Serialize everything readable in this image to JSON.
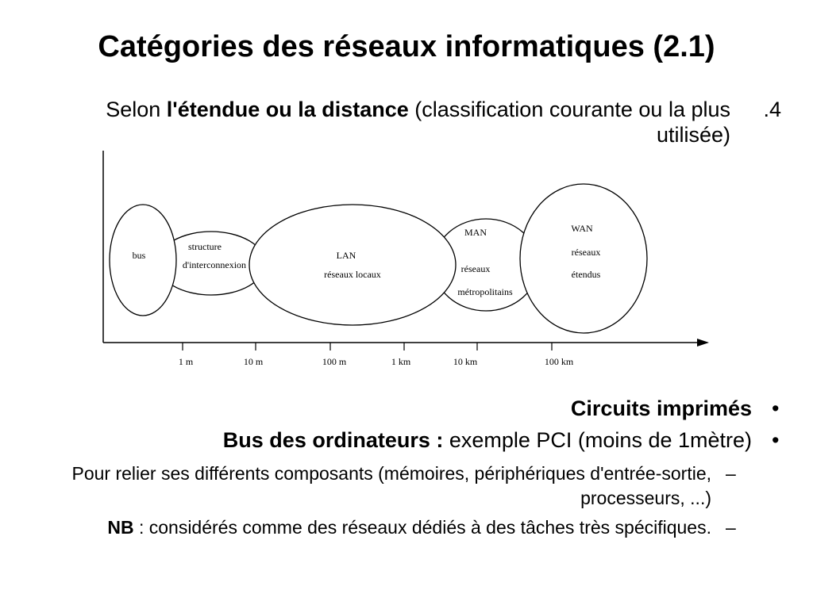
{
  "slide": {
    "title": "Catégories des réseaux informatiques (2.1)",
    "subtitle": {
      "prefix": "Selon ",
      "bold": "l'étendue ou la distance",
      "suffix": " (classification courante ou la plus utilisée)",
      "number": ".4"
    }
  },
  "diagram": {
    "ticks": [
      "1 m",
      "10 m",
      "100 m",
      "1 km",
      "10 km",
      "100 km"
    ],
    "shapes": {
      "bus": [
        "bus"
      ],
      "structure": [
        "structure",
        "d'interconnexion"
      ],
      "lan": [
        "LAN",
        "réseaux locaux"
      ],
      "man": [
        "MAN",
        "réseaux",
        "métropolitains"
      ],
      "wan": [
        "WAN",
        "réseaux",
        "étendus"
      ]
    }
  },
  "bullets": {
    "b1": {
      "bold": "Circuits imprimés",
      "marker": "•"
    },
    "b2": {
      "bold": "Bus des ordinateurs :",
      "rest": " exemple  PCI (moins de 1mètre)",
      "marker": "•"
    },
    "s1": {
      "text": "Pour relier ses différents composants (mémoires, périphériques d'entrée-sortie, processeurs, ...)",
      "marker": "–"
    },
    "s2": {
      "bold": "NB",
      "rest": " : considérés comme des réseaux dédiés à des tâches très spécifiques.",
      "marker": "–"
    }
  }
}
